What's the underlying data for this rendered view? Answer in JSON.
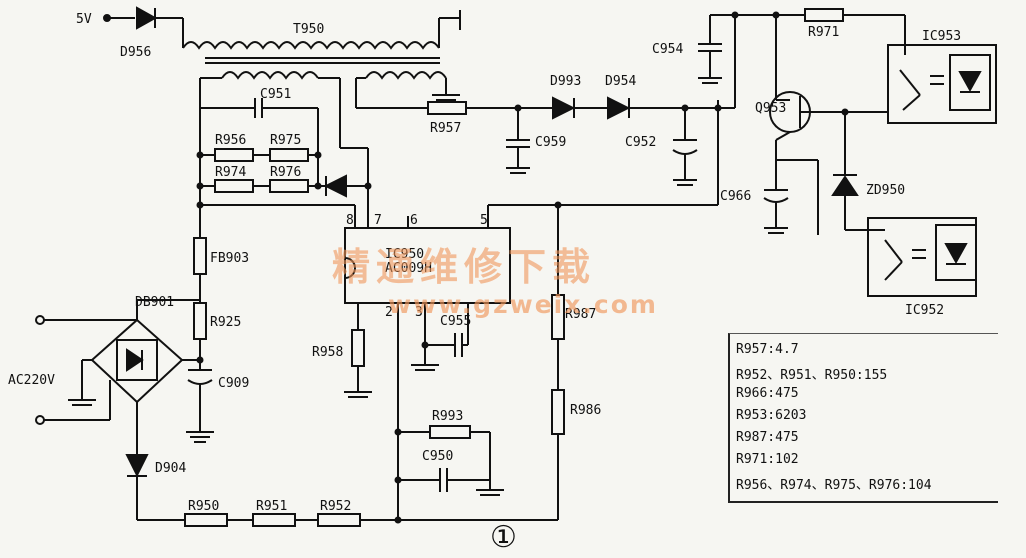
{
  "labels": {
    "v5": "5V",
    "d956": "D956",
    "t950": "T950",
    "c951": "C951",
    "r956": "R956",
    "r975": "R975",
    "r974": "R974",
    "r976": "R976",
    "r957": "R957",
    "d993": "D993",
    "d954": "D954",
    "c959": "C959",
    "c952": "C952",
    "c954": "C954",
    "r971": "R971",
    "ic953": "IC953",
    "q953": "Q953",
    "c966": "C966",
    "zd950": "ZD950",
    "ic952": "IC952",
    "fb903": "FB903",
    "r925": "R925",
    "db901": "DB901",
    "ac220v": "AC220V",
    "c909": "C909",
    "d904": "D904",
    "r958": "R958",
    "c955": "C955",
    "r987": "R987",
    "r986": "R986",
    "r993": "R993",
    "c950": "C950",
    "r950": "R950",
    "r951": "R951",
    "r952": "R952",
    "pin8": "8",
    "pin7": "7",
    "pin6": "6",
    "pin5": "5",
    "pin2": "2",
    "pin3": "3",
    "ic950_line1": "IC950",
    "ic950_line2": "AC009H"
  },
  "legend": [
    "R957:4.7",
    "R952、R951、R950:155",
    "R966:475",
    "R953:6203",
    "R987:475",
    "R971:102",
    "R956、R974、R975、R976:104"
  ],
  "watermark": {
    "cn": "精通维修下载",
    "url": "www.gzweix.com"
  },
  "figure_mark": "①"
}
